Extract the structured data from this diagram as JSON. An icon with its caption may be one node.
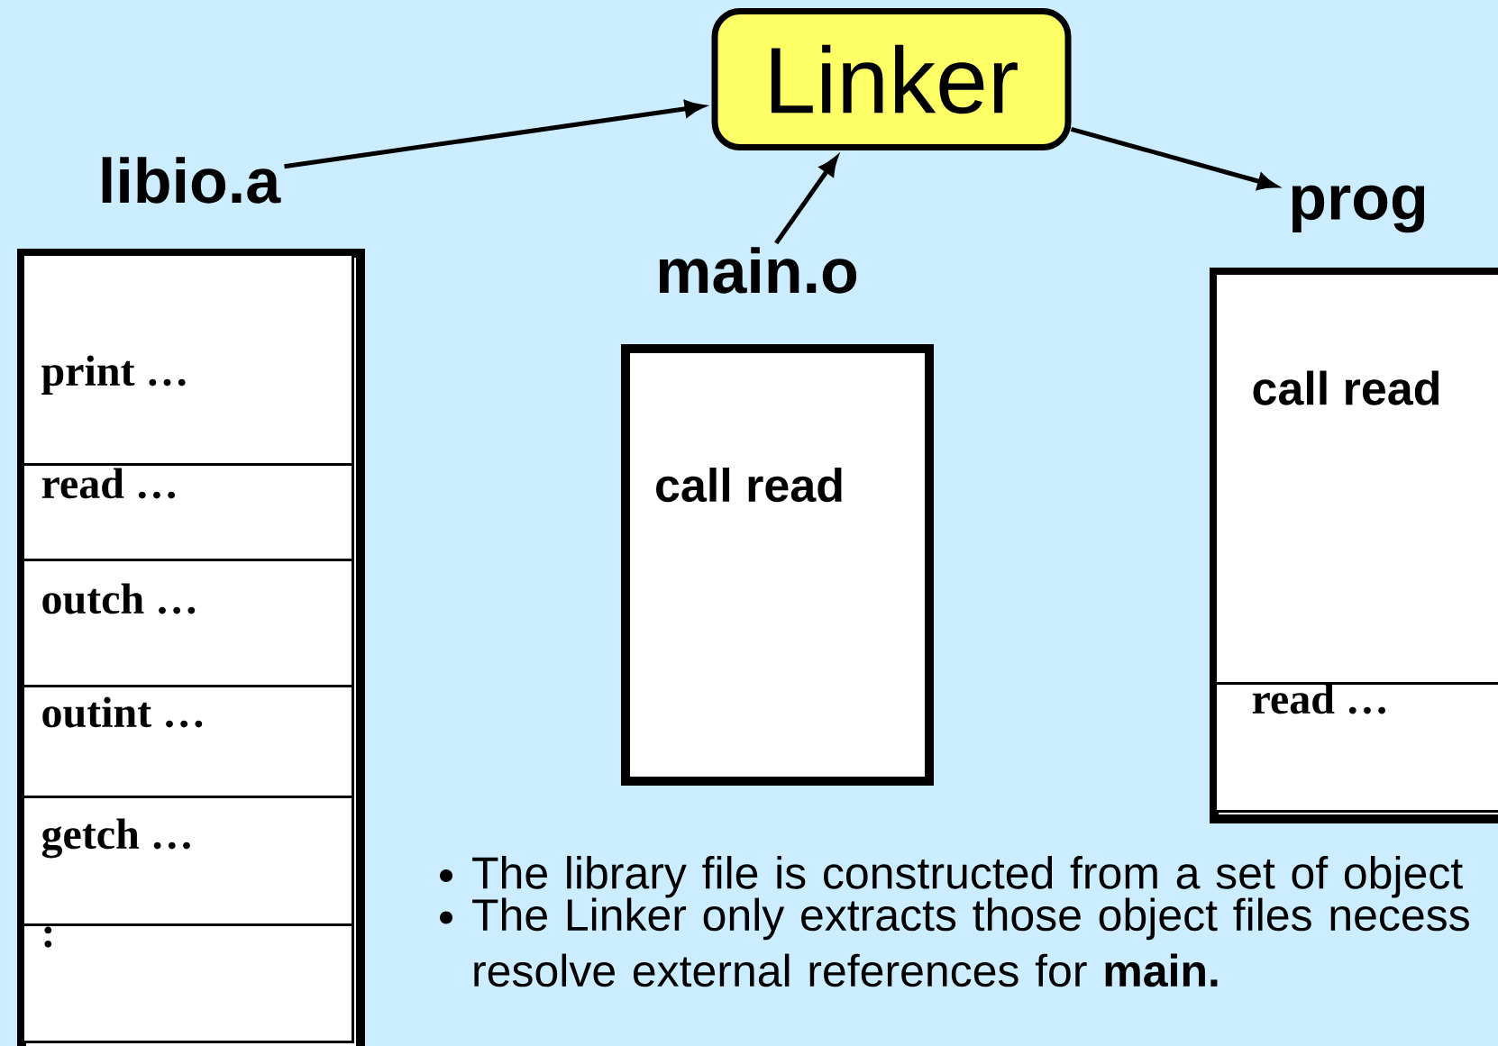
{
  "diagram": {
    "nodes": [
      {
        "text": [
          "Linker"
        ]
      },
      {
        "text": [
          "libio.a"
        ]
      },
      {
        "text": [],
        "shape": "box"
      },
      {
        "text": [
          "print …"
        ],
        "in": 2
      },
      {
        "text": [
          "read …"
        ],
        "in": 2
      },
      {
        "text": [
          "outch …"
        ],
        "in": 2
      },
      {
        "text": [
          "outint …"
        ],
        "in": 2
      },
      {
        "text": [
          "getch …"
        ],
        "in": 2
      },
      {
        "text": [
          ":"
        ],
        "in": 2
      },
      {
        "text": [
          "main.o"
        ]
      },
      {
        "text": [
          "call read"
        ]
      },
      {
        "text": [
          "prog"
        ]
      },
      {
        "text": [],
        "shape": "box"
      },
      {
        "text": [
          "call read"
        ],
        "in": 12
      },
      {
        "text": [
          "read …"
        ],
        "in": 12
      }
    ],
    "edges": [
      {
        "from": 1,
        "to": 0,
        "arrow": "to"
      },
      {
        "from": 9,
        "to": 0,
        "arrow": "to"
      },
      {
        "from": 0,
        "to": 11,
        "arrow": "to"
      }
    ],
    "labels": [
      "The library file is constructed from a set of object",
      "The Linker only extracts those object files necess resolve external references for **main.**"
    ]
  }
}
